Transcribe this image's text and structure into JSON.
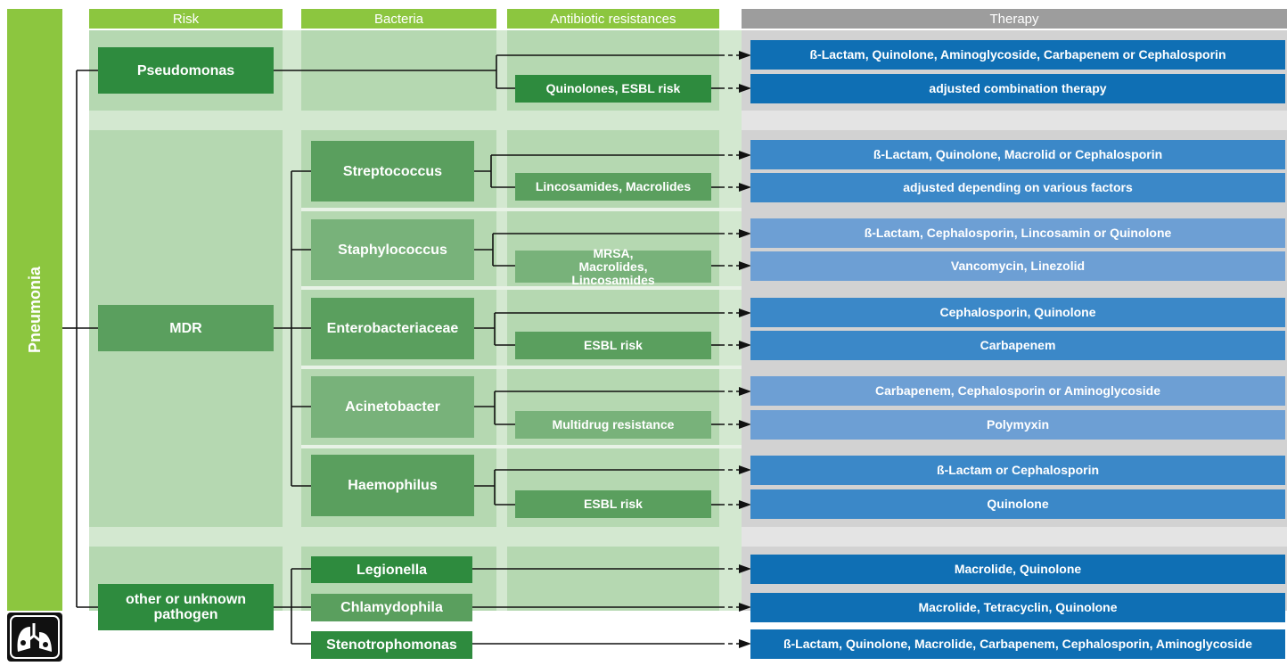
{
  "headers": {
    "risk": "Risk",
    "bacteria": "Bacteria",
    "resistance": "Antibiotic resistances",
    "therapy": "Therapy"
  },
  "root": "Pneumonia",
  "risks": {
    "pseudomonas": "Pseudomonas",
    "mdr": "MDR",
    "other": "other or unknown pathogen"
  },
  "bacteria": {
    "streptococcus": "Streptococcus",
    "staphylococcus": "Staphylococcus",
    "enterobacteriaceae": "Enterobacteriaceae",
    "acinetobacter": "Acinetobacter",
    "haemophilus": "Haemophilus",
    "legionella": "Legionella",
    "chlamydophila": "Chlamydophila",
    "stenotrophomonas": "Stenotrophomonas"
  },
  "resistances": {
    "pseudomonas": "Quinolones, ESBL risk",
    "streptococcus": "Lincosamides, Macrolides",
    "staphylococcus": "MRSA, Macrolides, Lincosamides",
    "enterobacteriaceae": "ESBL risk",
    "acinetobacter": "Multidrug resistance",
    "haemophilus": "ESBL risk"
  },
  "therapies": {
    "pseudomonas_1": "ß-Lactam, Quinolone, Aminoglycoside, Carbapenem or Cephalosporin",
    "pseudomonas_2": "adjusted combination therapy",
    "streptococcus_1": "ß-Lactam, Quinolone, Macrolid or Cephalosporin",
    "streptococcus_2": "adjusted depending on various factors",
    "staphylococcus_1": "ß-Lactam, Cephalosporin, Lincosamin or Quinolone",
    "staphylococcus_2": "Vancomycin, Linezolid",
    "enterobacteriaceae_1": "Cephalosporin, Quinolone",
    "enterobacteriaceae_2": "Carbapenem",
    "acinetobacter_1": "Carbapenem, Cephalosporin or Aminoglycoside",
    "acinetobacter_2": "Polymyxin",
    "haemophilus_1": "ß-Lactam or Cephalosporin",
    "haemophilus_2": "Quinolone",
    "legionella": "Macrolide, Quinolone",
    "chlamydophila": "Macrolide, Tetracyclin, Quinolone",
    "stenotrophomonas": "ß-Lactam, Quinolone, Macrolide, Carbapenem, Cephalosporin, Aminoglycoside"
  },
  "colors": {
    "header_green": "#8cc63f",
    "header_gray": "#9d9d9d",
    "band_green": "#a8d3a8",
    "risk_box": "#2e8b3e",
    "bacteria_box": "#5a9f5e",
    "resistance_box": "#5aa35e",
    "therapy_dark": "#0f6fb4",
    "therapy_mid": "#3b88c8",
    "therapy_light": "#6d9fd4"
  },
  "icons": {
    "logo": "lung-logo-icon"
  }
}
